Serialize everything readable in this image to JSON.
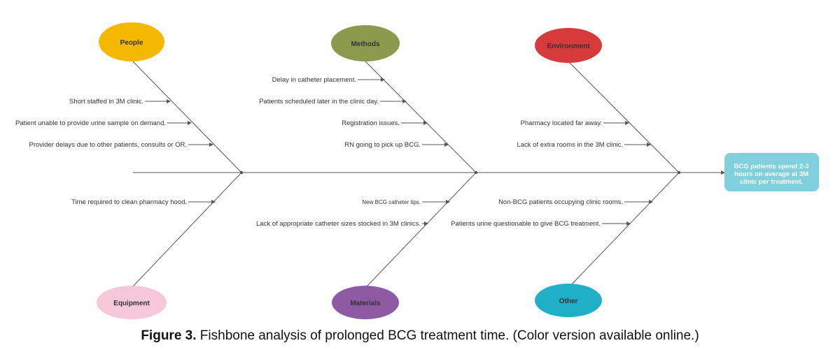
{
  "categories": {
    "people": {
      "label": "People",
      "color": "#f5b800"
    },
    "methods": {
      "label": "Methods",
      "color": "#8c9a4e"
    },
    "environment": {
      "label": "Environment",
      "color": "#d63a3a"
    },
    "equipment": {
      "label": "Equipment",
      "color": "#f6c6d9"
    },
    "materials": {
      "label": "Materials",
      "color": "#8e5aa3"
    },
    "other": {
      "label": "Other",
      "color": "#1fb0c8"
    }
  },
  "causes": {
    "people": [
      "Short staffed in 3M clinic.",
      "Patient unable to provide urine sample on demand.",
      "Provider delays due to other patients, consults or OR."
    ],
    "methods": [
      "Delay in catheter placement.",
      "Patients scheduled later in the clinic day.",
      "Registration issues.",
      "RN going to pick up BCG."
    ],
    "environment": [
      "Pharmacy located far away.",
      "Lack of extra rooms in the 3M clinic."
    ],
    "equipment": [
      "Time required to clean pharmacy hood."
    ],
    "materials": [
      "New BCG catheter tips.",
      "Lack of appropriate catheter sizes stocked in 3M clinics."
    ],
    "other": [
      "Non-BCG patients occupying clinic rooms.",
      "Patients urine questionable to give BCG treatment."
    ]
  },
  "effect": {
    "lines": [
      "BCG patients spend 2-3",
      "hours on average at 3M",
      "clinic per treatment."
    ],
    "color": "#7fd0dc"
  },
  "caption": {
    "figure": "Figure 3.",
    "text": "Fishbone analysis of prolonged BCG treatment time. (Color version available online.)"
  }
}
